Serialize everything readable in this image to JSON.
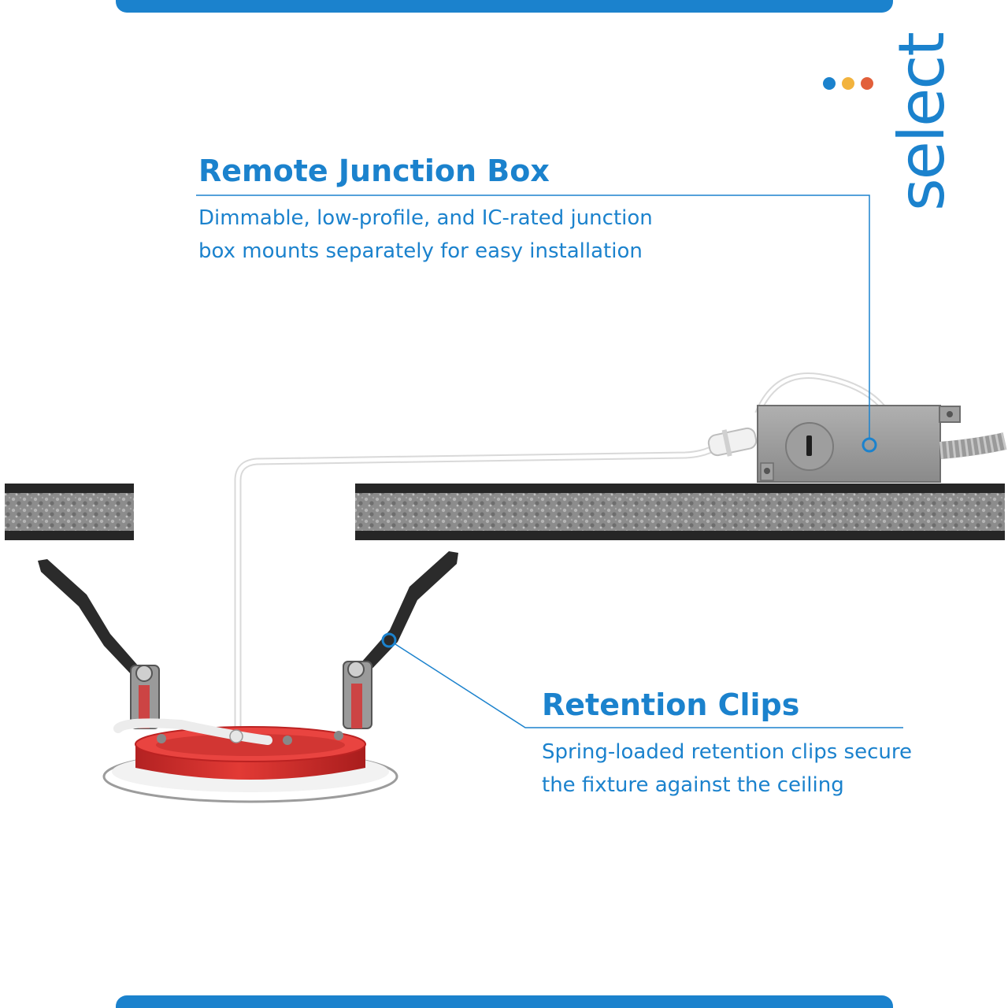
{
  "brand": {
    "logo_text": "select",
    "accent_color": "#1b82cd",
    "dot_colors": [
      "#e25f3a",
      "#f2b33d",
      "#1b82cd"
    ]
  },
  "callouts": {
    "remote_junction_box": {
      "title": "Remote Junction Box",
      "description_lines": [
        "Dimmable, low-profile, and IC-rated junction",
        "box mounts separately for easy installation"
      ]
    },
    "retention_clips": {
      "title": "Retention Clips",
      "description_lines": [
        "Spring-loaded retention clips secure",
        "the fixture against the ceiling"
      ]
    }
  },
  "colors": {
    "fixture_red": "#d63030",
    "ceiling_dark": "#2a2a2a",
    "ceiling_texture": "#8a8a8a",
    "junction_box": "#9a9a9a"
  }
}
